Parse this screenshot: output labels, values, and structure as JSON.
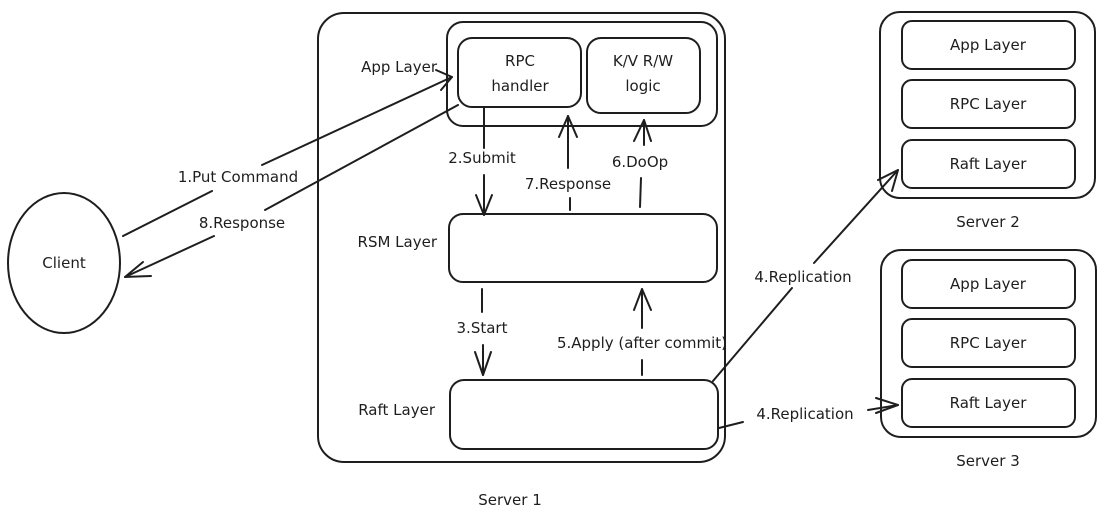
{
  "colors": {
    "stroke": "#1e1e1e",
    "background": "#ffffff"
  },
  "client": {
    "label": "Client"
  },
  "server1": {
    "caption": "Server 1",
    "layer_labels": {
      "app": "App Layer",
      "rsm": "RSM Layer",
      "raft": "Raft Layer"
    },
    "app_boxes": {
      "rpc_handler": [
        "RPC",
        "handler"
      ],
      "kv_logic": [
        "K/V R/W",
        "logic"
      ]
    }
  },
  "server2": {
    "caption": "Server 2",
    "layers": [
      "App Layer",
      "RPC Layer",
      "Raft Layer"
    ]
  },
  "server3": {
    "caption": "Server 3",
    "layers": [
      "App Layer",
      "RPC Layer",
      "Raft Layer"
    ]
  },
  "steps": {
    "put_command": "1.Put Command",
    "submit": "2.Submit",
    "start": "3.Start",
    "replication_s2": "4.Replication",
    "replication_s3": "4.Replication",
    "apply": "5.Apply (after commit)",
    "do_op": "6.DoOp",
    "response_internal": "7.Response",
    "response_client": "8.Response"
  }
}
